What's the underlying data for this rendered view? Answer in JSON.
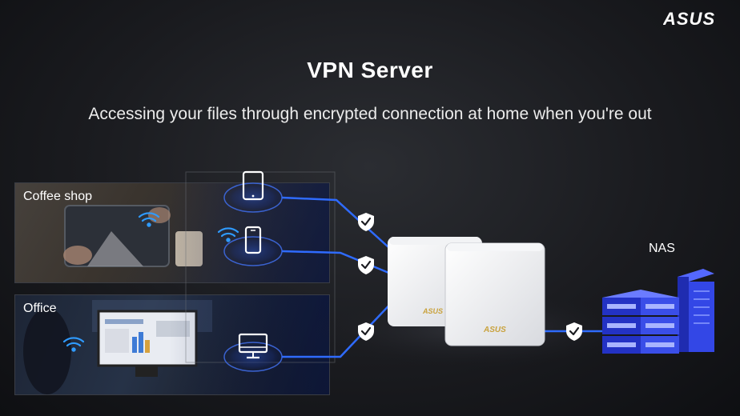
{
  "brand": {
    "logo_text": "ASUS"
  },
  "title": "VPN Server",
  "subtitle": "Accessing your files through encrypted connection at home when you're out",
  "scenes": {
    "coffee_shop": {
      "label": "Coffee shop"
    },
    "office": {
      "label": "Office"
    }
  },
  "nas": {
    "label": "NAS"
  },
  "router": {
    "brand_text": "ASUS"
  },
  "colors": {
    "link_blue": "#2f6bff",
    "halo_blue": "#1f3f9e",
    "shield_white": "#ffffff",
    "nas_blue": "#2e3fd9"
  },
  "icons": [
    "tablet-icon",
    "smartphone-icon",
    "desktop-icon",
    "wifi-icon",
    "shield-check-icon"
  ]
}
